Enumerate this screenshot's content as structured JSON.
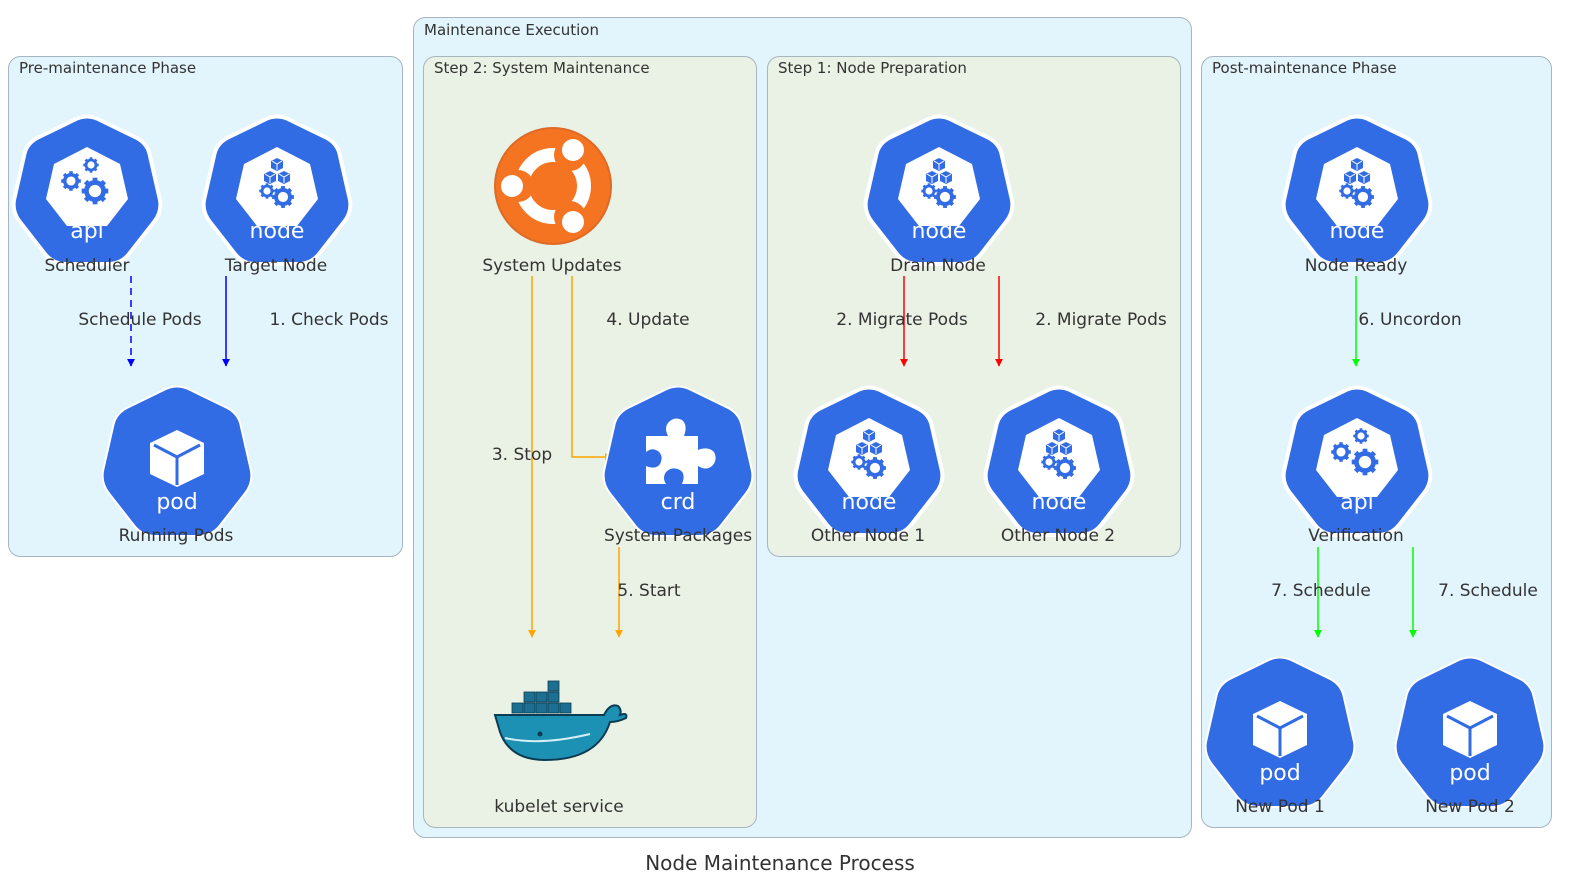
{
  "title": "Node Maintenance Process",
  "clusters": {
    "pre": "Pre-maintenance Phase",
    "execution": "Maintenance Execution",
    "step2": "Step 2: System Maintenance",
    "step1": "Step 1: Node Preparation",
    "post": "Post-maintenance Phase"
  },
  "nodes": {
    "scheduler": {
      "label": "Scheduler",
      "badge": "api",
      "icon": "kubernetes-api-icon"
    },
    "target_node": {
      "label": "Target Node",
      "badge": "node",
      "icon": "kubernetes-node-icon"
    },
    "running_pods": {
      "label": "Running Pods",
      "badge": "pod",
      "icon": "kubernetes-pod-icon"
    },
    "system_updates": {
      "label": "System Updates",
      "icon": "ubuntu-icon"
    },
    "system_packages": {
      "label": "System Packages",
      "badge": "crd",
      "icon": "kubernetes-crd-icon"
    },
    "kubelet_service": {
      "label": "kubelet service",
      "icon": "docker-icon"
    },
    "drain_node": {
      "label": "Drain Node",
      "badge": "node",
      "icon": "kubernetes-node-icon"
    },
    "other_node_1": {
      "label": "Other Node 1",
      "badge": "node",
      "icon": "kubernetes-node-icon"
    },
    "other_node_2": {
      "label": "Other Node 2",
      "badge": "node",
      "icon": "kubernetes-node-icon"
    },
    "node_ready": {
      "label": "Node Ready",
      "badge": "node",
      "icon": "kubernetes-node-icon"
    },
    "verification": {
      "label": "Verification",
      "badge": "api",
      "icon": "kubernetes-api-icon"
    },
    "new_pod_1": {
      "label": "New Pod 1",
      "badge": "pod",
      "icon": "kubernetes-pod-icon"
    },
    "new_pod_2": {
      "label": "New Pod 2",
      "badge": "pod",
      "icon": "kubernetes-pod-icon"
    }
  },
  "edges": {
    "schedule_pods": {
      "label": "Schedule Pods",
      "color": "#0000ff",
      "style": "dashed"
    },
    "check_pods": {
      "label": "1. Check Pods",
      "color": "#0000ff"
    },
    "update": {
      "label": "4. Update",
      "color": "#ffa500"
    },
    "stop": {
      "label": "3. Stop",
      "color": "#ffa500"
    },
    "start": {
      "label": "5. Start",
      "color": "#ffa500"
    },
    "migrate_1": {
      "label": "2. Migrate Pods",
      "color": "#ff0000"
    },
    "migrate_2": {
      "label": "2. Migrate Pods",
      "color": "#ff0000"
    },
    "uncordon": {
      "label": "6. Uncordon",
      "color": "#00ff00"
    },
    "schedule_1": {
      "label": "7. Schedule",
      "color": "#00ff00"
    },
    "schedule_2": {
      "label": "7. Schedule",
      "color": "#00ff00"
    }
  },
  "colors": {
    "k8s_blue": "#326ce5",
    "outer_cluster_fill": "#e2f4fc",
    "inner_cluster_fill": "#eaf2e5",
    "cluster_border": "#a7b5c0",
    "ubuntu_orange": "#f47421",
    "docker_blue": "#1d91b4"
  }
}
